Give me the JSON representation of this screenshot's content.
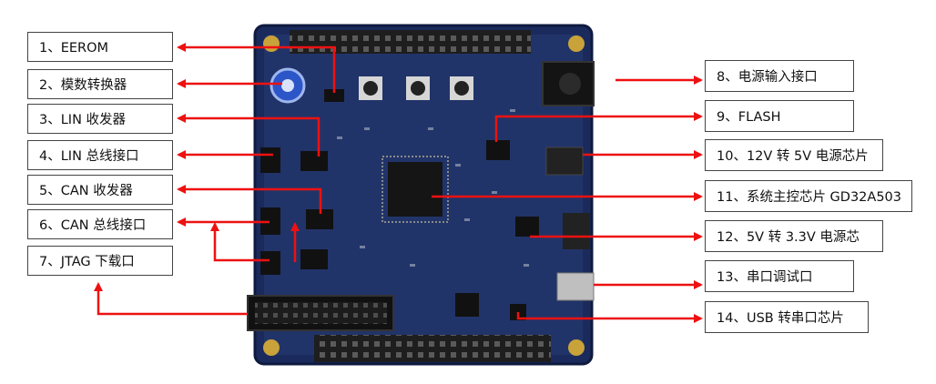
{
  "colors": {
    "arrow": "#ee1111",
    "board": "#1b2a5c",
    "board_edge": "#0e1a3e",
    "header_pin": "#2a2a2a",
    "gold": "#c9a23a"
  },
  "labels_left": [
    {
      "id": "1",
      "text": "1、EEROM"
    },
    {
      "id": "2",
      "text": "2、模数转换器"
    },
    {
      "id": "3",
      "text": "3、LIN 收发器"
    },
    {
      "id": "4",
      "text": "4、LIN 总线接口"
    },
    {
      "id": "5",
      "text": "5、CAN 收发器"
    },
    {
      "id": "6",
      "text": "6、CAN 总线接口"
    },
    {
      "id": "7",
      "text": "7、JTAG 下载口"
    }
  ],
  "labels_right": [
    {
      "id": "8",
      "text": "8、电源输入接口"
    },
    {
      "id": "9",
      "text": "9、FLASH"
    },
    {
      "id": "10",
      "text": "10、12V 转 5V 电源芯片"
    },
    {
      "id": "11",
      "text": "11、系统主控芯片 GD32A503"
    },
    {
      "id": "12",
      "text": "12、5V 转 3.3V 电源芯"
    },
    {
      "id": "13",
      "text": "13、串口调试口"
    },
    {
      "id": "14",
      "text": "14、USB 转串口芯片"
    }
  ]
}
